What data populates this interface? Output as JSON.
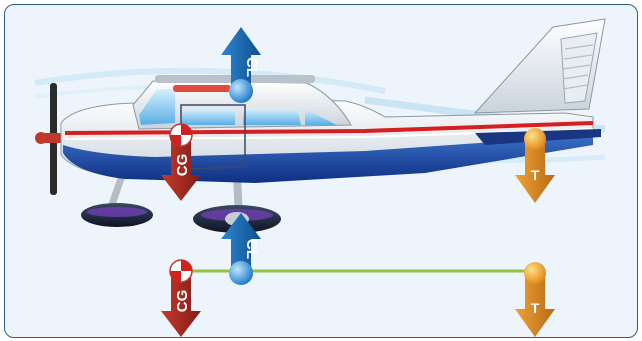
{
  "diagram": {
    "colors": {
      "panel_bg": "#eef4fb",
      "panel_border": "#2f5f86",
      "lift_blue": "#1b6bb0",
      "cg_red": "#a52a20",
      "tail_orange": "#d9871c",
      "beam_green": "#8cc63f"
    },
    "markers": {
      "cg_label": "CG",
      "lift_label": "CL",
      "tail_label": "T"
    }
  }
}
